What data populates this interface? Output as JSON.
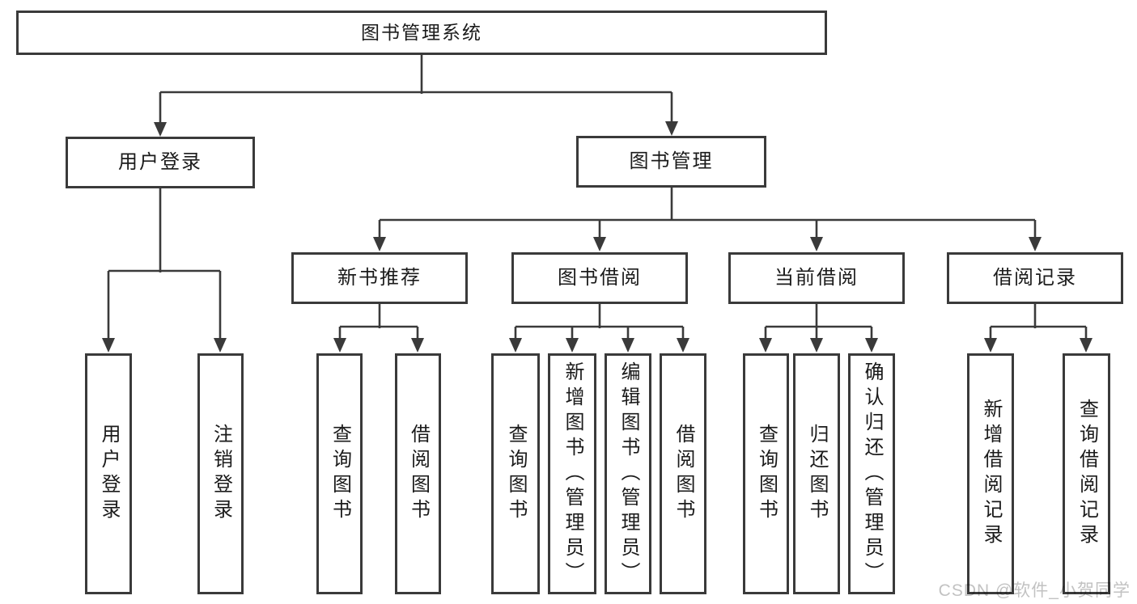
{
  "colors": {
    "line": "#3a3a3a",
    "text": "#1b1b1b",
    "watermark": "#c2c2c2",
    "bg": "#ffffff"
  },
  "watermark": {
    "text": "CSDN @软件_小贺同学"
  },
  "tree": {
    "root": {
      "label": "图书管理系统"
    },
    "children": [
      {
        "label": "用户登录",
        "children": [
          {
            "label": "用户登录"
          },
          {
            "label": "注销登录"
          }
        ]
      },
      {
        "label": "图书管理",
        "children": [
          {
            "label": "新书推荐",
            "children": [
              {
                "label": "查询图书"
              },
              {
                "label": "借阅图书"
              }
            ]
          },
          {
            "label": "图书借阅",
            "children": [
              {
                "label": "查询图书"
              },
              {
                "label": "新增图书（管理员）"
              },
              {
                "label": "编辑图书（管理员）"
              },
              {
                "label": "借阅图书"
              }
            ]
          },
          {
            "label": "当前借阅",
            "children": [
              {
                "label": "查询图书"
              },
              {
                "label": "归还图书"
              },
              {
                "label": "确认归还（管理员）"
              }
            ]
          },
          {
            "label": "借阅记录",
            "children": [
              {
                "label": "新增借阅记录"
              },
              {
                "label": "查询借阅记录"
              }
            ]
          }
        ]
      }
    ]
  }
}
